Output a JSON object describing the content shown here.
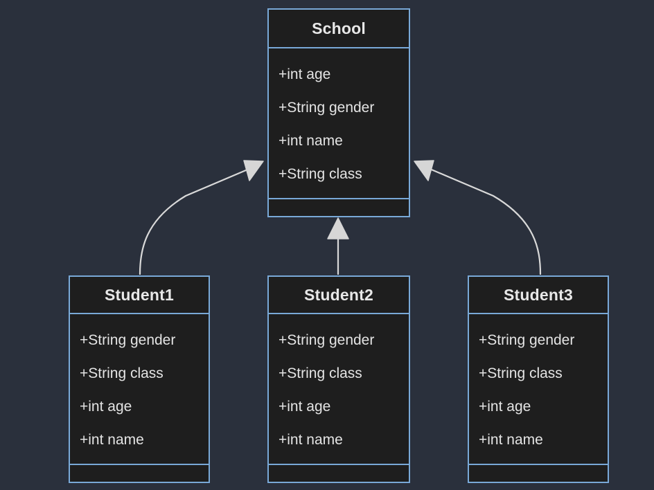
{
  "diagram": {
    "kind": "uml-class-diagram",
    "background_color": "#2a303c",
    "box_fill_color": "#1e1e1e",
    "box_border_color": "#79a9d8",
    "text_color": "#e4e4e4",
    "connector_color": "#d9d9d9",
    "classes": [
      {
        "id": "school",
        "name": "School",
        "attributes": [
          "+int age",
          "+String gender",
          "+int name",
          "+String class"
        ],
        "methods": []
      },
      {
        "id": "student1",
        "name": "Student1",
        "attributes": [
          "+String gender",
          "+String class",
          "+int age",
          "+int name"
        ],
        "methods": []
      },
      {
        "id": "student2",
        "name": "Student2",
        "attributes": [
          "+String gender",
          "+String class",
          "+int age",
          "+int name"
        ],
        "methods": []
      },
      {
        "id": "student3",
        "name": "Student3",
        "attributes": [
          "+String gender",
          "+String class",
          "+int age",
          "+int name"
        ],
        "methods": []
      }
    ],
    "relationships": [
      {
        "id": "student1-to-school",
        "type": "generalization",
        "from": "Student1",
        "to": "School",
        "style": "curved"
      },
      {
        "id": "student2-to-school",
        "type": "generalization",
        "from": "Student2",
        "to": "School",
        "style": "straight"
      },
      {
        "id": "student3-to-school",
        "type": "generalization",
        "from": "Student3",
        "to": "School",
        "style": "curved"
      }
    ]
  }
}
